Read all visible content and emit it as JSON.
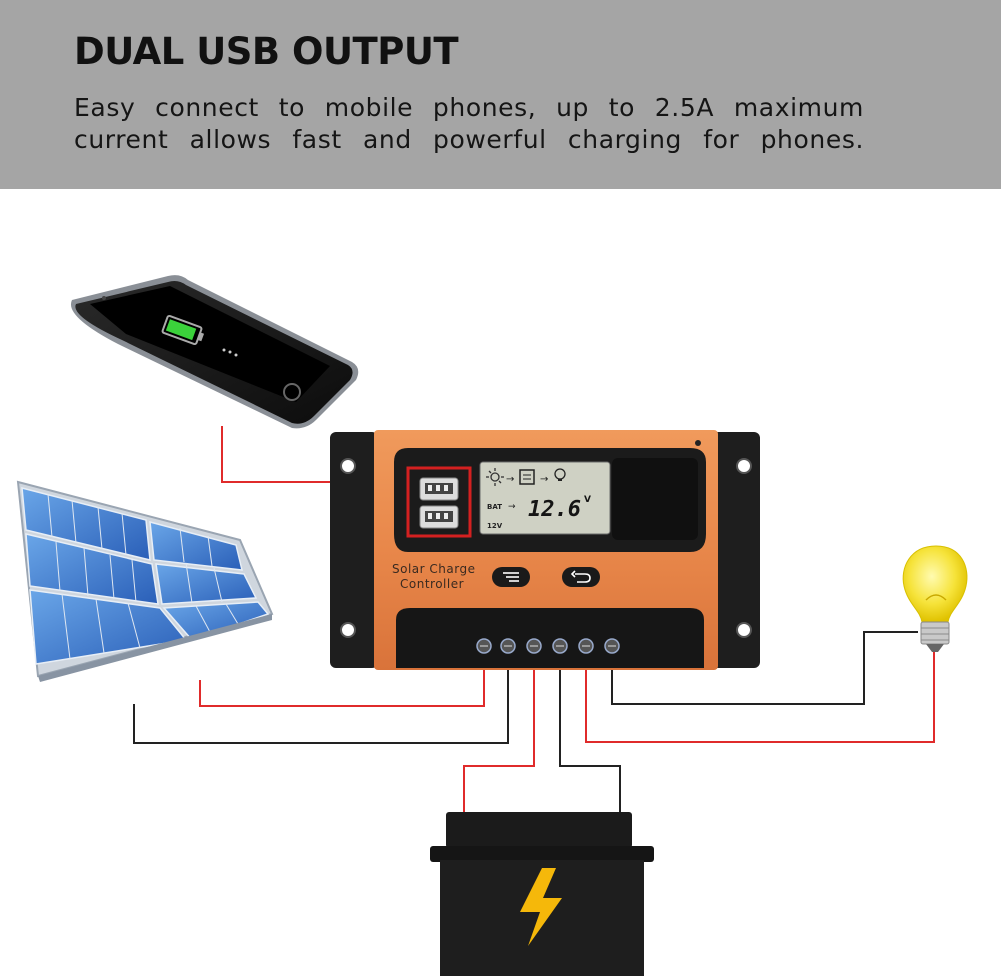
{
  "header": {
    "title": "DUAL USB OUTPUT",
    "description_line1": "Easy connect to mobile phones, up to 2.5A maximum",
    "description_line2": "current allows fast and powerful charging for phones."
  },
  "controller": {
    "label_line1": "Solar Charge",
    "label_line2": "Controller",
    "display": {
      "voltage": "12.6",
      "unit": "V",
      "bat_label": "BAT",
      "system_voltage": "12V"
    }
  },
  "icons": [
    "smartphone-icon",
    "solar-panel-icon",
    "light-bulb-icon",
    "battery-icon",
    "usb-port-icon",
    "menu-button-icon",
    "return-button-icon"
  ],
  "colors": {
    "banner_bg": "#a5a5a5",
    "controller_orange": "#e88a4c",
    "controller_black": "#1e1e1e",
    "lcd_bg": "#cfd1c4",
    "wire_red": "#e02b2b",
    "wire_black": "#222222",
    "highlight_red": "#d42020",
    "bulb_yellow": "#f6e33a",
    "battery_lightning": "#f5b80a"
  }
}
